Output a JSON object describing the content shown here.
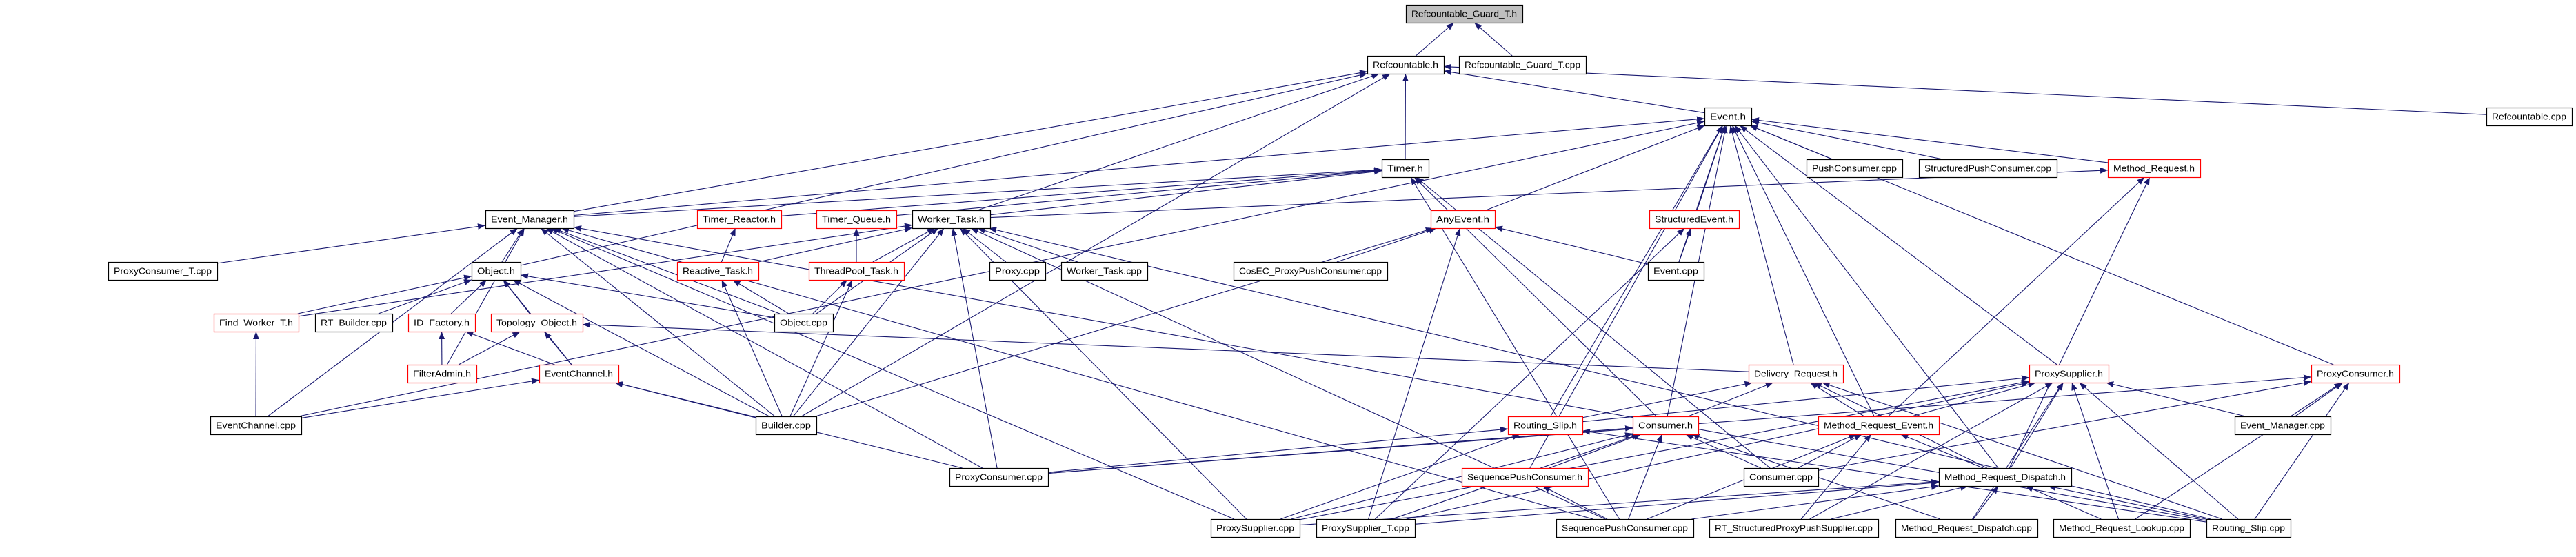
{
  "graph": {
    "colors": {
      "edge": "#191970",
      "border_default": "#000000",
      "border_truncated": "#ff0000",
      "root_fill": "#bfbfbf",
      "fill": "#ffffff"
    },
    "nodes": [
      {
        "id": "rgh",
        "label": "Refcountable_Guard_T.h",
        "root": true
      },
      {
        "id": "rh",
        "label": "Refcountable.h"
      },
      {
        "id": "rgc",
        "label": "Refcountable_Guard_T.cpp"
      },
      {
        "id": "eh",
        "label": "Event.h"
      },
      {
        "id": "rc",
        "label": "Refcountable.cpp"
      },
      {
        "id": "th",
        "label": "Timer.h"
      },
      {
        "id": "pcc",
        "label": "PushConsumer.cpp"
      },
      {
        "id": "spcc",
        "label": "StructuredPushConsumer.cpp"
      },
      {
        "id": "mrh",
        "label": "Method_Request.h",
        "truncated": true
      },
      {
        "id": "emh",
        "label": "Event_Manager.h"
      },
      {
        "id": "trh",
        "label": "Timer_Reactor.h",
        "truncated": true
      },
      {
        "id": "tqh",
        "label": "Timer_Queue.h",
        "truncated": true
      },
      {
        "id": "wth",
        "label": "Worker_Task.h"
      },
      {
        "id": "aeh",
        "label": "AnyEvent.h",
        "truncated": true
      },
      {
        "id": "seh",
        "label": "StructuredEvent.h",
        "truncated": true
      },
      {
        "id": "pctc",
        "label": "ProxyConsumer_T.cpp"
      },
      {
        "id": "oh",
        "label": "Object.h"
      },
      {
        "id": "rth",
        "label": "Reactive_Task.h",
        "truncated": true
      },
      {
        "id": "tpth",
        "label": "ThreadPool_Task.h",
        "truncated": true
      },
      {
        "id": "pxc",
        "label": "Proxy.cpp"
      },
      {
        "id": "wtc",
        "label": "Worker_Task.cpp"
      },
      {
        "id": "cosec",
        "label": "CosEC_ProxyPushConsumer.cpp"
      },
      {
        "id": "ec",
        "label": "Event.cpp"
      },
      {
        "id": "fwt",
        "label": "Find_Worker_T.h",
        "truncated": true
      },
      {
        "id": "rtb",
        "label": "RT_Builder.cpp"
      },
      {
        "id": "idf",
        "label": "ID_Factory.h",
        "truncated": true
      },
      {
        "id": "toh",
        "label": "Topology_Object.h",
        "truncated": true
      },
      {
        "id": "oc",
        "label": "Object.cpp"
      },
      {
        "id": "fa",
        "label": "FilterAdmin.h",
        "truncated": true
      },
      {
        "id": "ech",
        "label": "EventChannel.h",
        "truncated": true
      },
      {
        "id": "drh",
        "label": "Delivery_Request.h",
        "truncated": true
      },
      {
        "id": "psh",
        "label": "ProxySupplier.h",
        "truncated": true
      },
      {
        "id": "pch",
        "label": "ProxyConsumer.h",
        "truncated": true
      },
      {
        "id": "ecc",
        "label": "EventChannel.cpp"
      },
      {
        "id": "bc",
        "label": "Builder.cpp"
      },
      {
        "id": "rsh",
        "label": "Routing_Slip.h",
        "truncated": true
      },
      {
        "id": "ch",
        "label": "Consumer.h",
        "truncated": true
      },
      {
        "id": "mreh",
        "label": "Method_Request_Event.h",
        "truncated": true
      },
      {
        "id": "emc",
        "label": "Event_Manager.cpp"
      },
      {
        "id": "pccpp",
        "label": "ProxyConsumer.cpp"
      },
      {
        "id": "spch",
        "label": "SequencePushConsumer.h",
        "truncated": true
      },
      {
        "id": "cc",
        "label": "Consumer.cpp"
      },
      {
        "id": "mrdh",
        "label": "Method_Request_Dispatch.h"
      },
      {
        "id": "psc",
        "label": "ProxySupplier.cpp"
      },
      {
        "id": "pstc",
        "label": "ProxySupplier_T.cpp"
      },
      {
        "id": "spcpp",
        "label": "SequencePushConsumer.cpp"
      },
      {
        "id": "rtspps",
        "label": "RT_StructuredProxyPushSupplier.cpp"
      },
      {
        "id": "mrdc",
        "label": "Method_Request_Dispatch.cpp"
      },
      {
        "id": "mrlc",
        "label": "Method_Request_Lookup.cpp"
      },
      {
        "id": "rsc",
        "label": "Routing_Slip.cpp"
      }
    ],
    "edges": [
      [
        "rh",
        "rgh"
      ],
      [
        "rgc",
        "rgh"
      ],
      [
        "eh",
        "rh"
      ],
      [
        "th",
        "rh"
      ],
      [
        "rc",
        "rh"
      ],
      [
        "emh",
        "rh"
      ],
      [
        "wth",
        "rh"
      ],
      [
        "oh",
        "rh"
      ],
      [
        "bc",
        "rh"
      ],
      [
        "emh",
        "eh"
      ],
      [
        "pcc",
        "eh"
      ],
      [
        "spcc",
        "eh"
      ],
      [
        "mrh",
        "eh"
      ],
      [
        "aeh",
        "eh"
      ],
      [
        "seh",
        "eh"
      ],
      [
        "ec",
        "eh"
      ],
      [
        "drh",
        "eh"
      ],
      [
        "rsh",
        "eh"
      ],
      [
        "ch",
        "eh"
      ],
      [
        "spch",
        "eh"
      ],
      [
        "mreh",
        "eh"
      ],
      [
        "psh",
        "eh"
      ],
      [
        "pch",
        "eh"
      ],
      [
        "mrdh",
        "eh"
      ],
      [
        "ecc",
        "eh"
      ],
      [
        "wth",
        "th"
      ],
      [
        "trh",
        "th"
      ],
      [
        "tqh",
        "th"
      ],
      [
        "emh",
        "th"
      ],
      [
        "ch",
        "th"
      ],
      [
        "spcpp",
        "th"
      ],
      [
        "cc",
        "th"
      ],
      [
        "oh",
        "emh"
      ],
      [
        "pctc",
        "emh"
      ],
      [
        "ecc",
        "emh"
      ],
      [
        "fa",
        "emh"
      ],
      [
        "bc",
        "emh"
      ],
      [
        "psc",
        "emh"
      ],
      [
        "pccpp",
        "emh"
      ],
      [
        "oc",
        "emh"
      ],
      [
        "spcpp",
        "emh"
      ],
      [
        "rsc",
        "emh"
      ],
      [
        "rth",
        "wth"
      ],
      [
        "tpth",
        "wth"
      ],
      [
        "pxc",
        "wth"
      ],
      [
        "wtc",
        "wth"
      ],
      [
        "oc",
        "wth"
      ],
      [
        "bc",
        "wth"
      ],
      [
        "pccpp",
        "wth"
      ],
      [
        "psc",
        "wth"
      ],
      [
        "fwt",
        "wth"
      ],
      [
        "spcpp",
        "wth"
      ],
      [
        "rsc",
        "wth"
      ],
      [
        "rth",
        "trh"
      ],
      [
        "tpth",
        "tqh"
      ],
      [
        "oc",
        "rth"
      ],
      [
        "bc",
        "rth"
      ],
      [
        "oc",
        "tpth"
      ],
      [
        "bc",
        "tpth"
      ],
      [
        "fwt",
        "oh"
      ],
      [
        "rtb",
        "oh"
      ],
      [
        "idf",
        "oh"
      ],
      [
        "toh",
        "oh"
      ],
      [
        "oc",
        "oh"
      ],
      [
        "ech",
        "oh"
      ],
      [
        "bc",
        "oh"
      ],
      [
        "fa",
        "idf"
      ],
      [
        "ech",
        "idf"
      ],
      [
        "fa",
        "toh"
      ],
      [
        "ech",
        "toh"
      ],
      [
        "drh",
        "toh"
      ],
      [
        "ecc",
        "fwt"
      ],
      [
        "ecc",
        "ech"
      ],
      [
        "bc",
        "ech"
      ],
      [
        "pccpp",
        "ech"
      ],
      [
        "cosec",
        "aeh"
      ],
      [
        "ec",
        "aeh"
      ],
      [
        "bc",
        "aeh"
      ],
      [
        "pstc",
        "aeh"
      ],
      [
        "ec",
        "seh"
      ],
      [
        "pstc",
        "seh"
      ],
      [
        "wth",
        "mrh"
      ],
      [
        "mreh",
        "mrh"
      ],
      [
        "mrdh",
        "mrh"
      ],
      [
        "rsh",
        "drh"
      ],
      [
        "mreh",
        "drh"
      ],
      [
        "mrdh",
        "drh"
      ],
      [
        "rsc",
        "drh"
      ],
      [
        "ch",
        "drh"
      ],
      [
        "rsh",
        "psh"
      ],
      [
        "mreh",
        "psh"
      ],
      [
        "mrdh",
        "psh"
      ],
      [
        "emc",
        "psh"
      ],
      [
        "rsc",
        "psh"
      ],
      [
        "psc",
        "psh"
      ],
      [
        "pstc",
        "psh"
      ],
      [
        "rtspps",
        "psh"
      ],
      [
        "mrdc",
        "psh"
      ],
      [
        "mrlc",
        "psh"
      ],
      [
        "emc",
        "pch"
      ],
      [
        "rsc",
        "pch"
      ],
      [
        "mrlc",
        "pch"
      ],
      [
        "pccpp",
        "pch"
      ],
      [
        "cc",
        "pch"
      ],
      [
        "pccpp",
        "rsh"
      ],
      [
        "rsc",
        "rsh"
      ],
      [
        "psc",
        "rsh"
      ],
      [
        "spch",
        "ch"
      ],
      [
        "cc",
        "ch"
      ],
      [
        "psc",
        "ch"
      ],
      [
        "pstc",
        "ch"
      ],
      [
        "spcpp",
        "ch"
      ],
      [
        "pccpp",
        "ch"
      ],
      [
        "mrdc",
        "ch"
      ],
      [
        "mrdh",
        "mreh"
      ],
      [
        "cc",
        "mreh"
      ],
      [
        "spcpp",
        "mreh"
      ],
      [
        "rtspps",
        "mreh"
      ],
      [
        "spcpp",
        "spch"
      ],
      [
        "psc",
        "mrdh"
      ],
      [
        "pstc",
        "mrdh"
      ],
      [
        "spcpp",
        "mrdh"
      ],
      [
        "rtspps",
        "mrdh"
      ],
      [
        "mrdc",
        "mrdh"
      ],
      [
        "mrlc",
        "mrdh"
      ],
      [
        "rsc",
        "mrdh"
      ]
    ]
  }
}
